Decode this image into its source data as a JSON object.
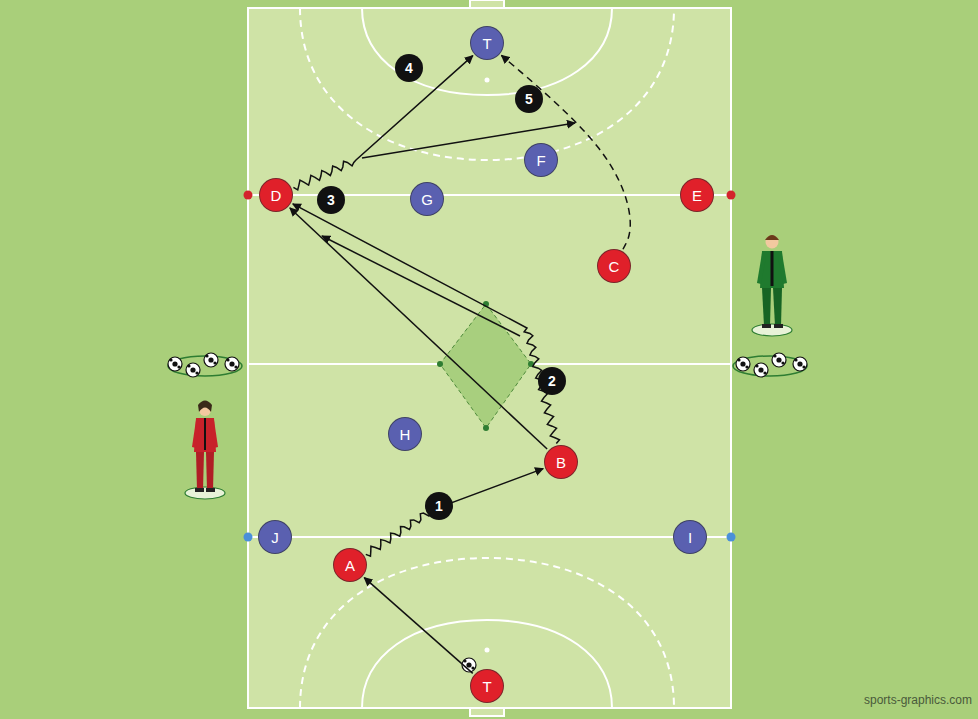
{
  "diagram": {
    "nodes": [
      {
        "text": [
          "T"
        ]
      },
      {
        "text": [
          "F"
        ]
      },
      {
        "text": [
          "D"
        ]
      },
      {
        "text": [
          "G"
        ]
      },
      {
        "text": [
          "E"
        ]
      },
      {
        "text": [
          "C"
        ]
      },
      {
        "text": [
          "H"
        ]
      },
      {
        "text": [
          "B"
        ]
      },
      {
        "text": [
          "J"
        ]
      },
      {
        "text": [
          "I"
        ]
      },
      {
        "text": [
          "A"
        ]
      },
      {
        "text": [
          "T"
        ]
      }
    ],
    "edges": [
      {
        "from": 11,
        "to": 10,
        "arrow": "to"
      },
      {
        "from": 10,
        "to": 7,
        "arrow": "to"
      },
      {
        "from": 7,
        "to": 2,
        "arrow": "to"
      },
      {
        "from": 7,
        "to": 2,
        "arrow": "to"
      },
      {
        "from": 2,
        "to": 0,
        "arrow": "to"
      },
      {
        "from": 5,
        "to": 0,
        "arrow": "to"
      }
    ],
    "labels": [
      "1",
      "2",
      "3",
      "4",
      "5",
      "sports-graphics.com"
    ]
  }
}
